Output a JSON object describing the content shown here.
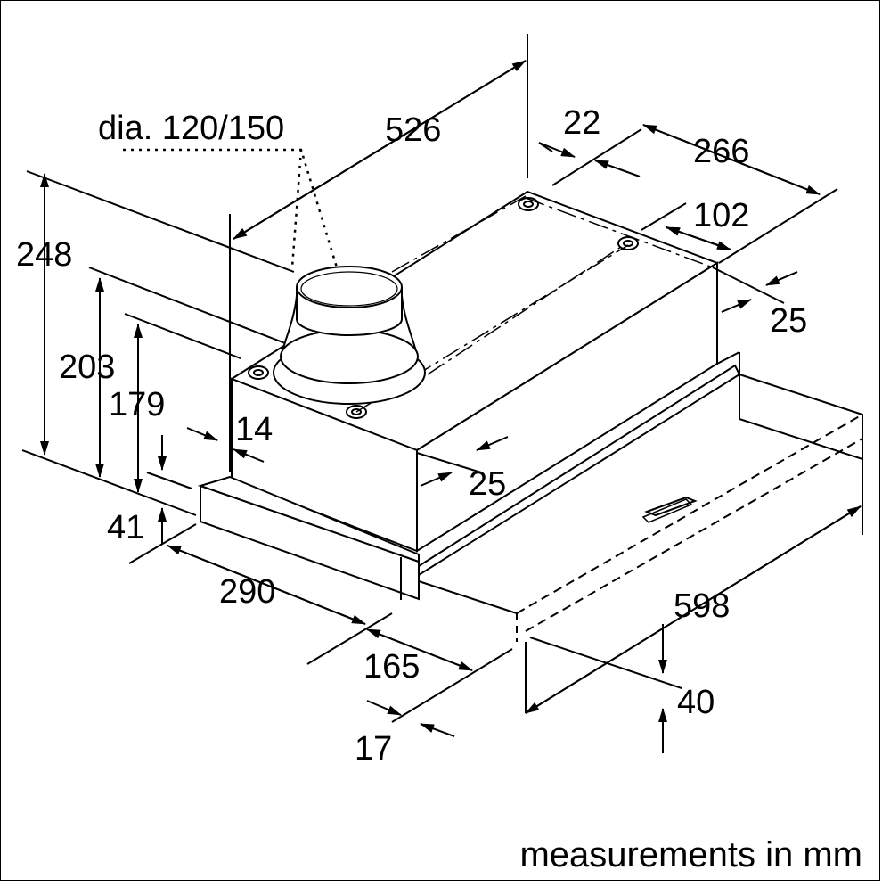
{
  "diagram": {
    "callout_diameter": "dia. 120/150",
    "units_caption": "measurements in mm",
    "dimensions": {
      "depth_total": "526",
      "offset_top_rear": "22",
      "width_rear_section": "266",
      "mount_hole_spacing": "102",
      "side_offset_upper": "25",
      "side_offset_lower": "25",
      "height_total": "248",
      "height_body": "203",
      "height_front": "179",
      "front_step": "14",
      "front_panel_height": "41",
      "panel_depth": "290",
      "front_offset": "165",
      "front_lip": "17",
      "width_total": "598",
      "front_rail_height": "40"
    }
  }
}
